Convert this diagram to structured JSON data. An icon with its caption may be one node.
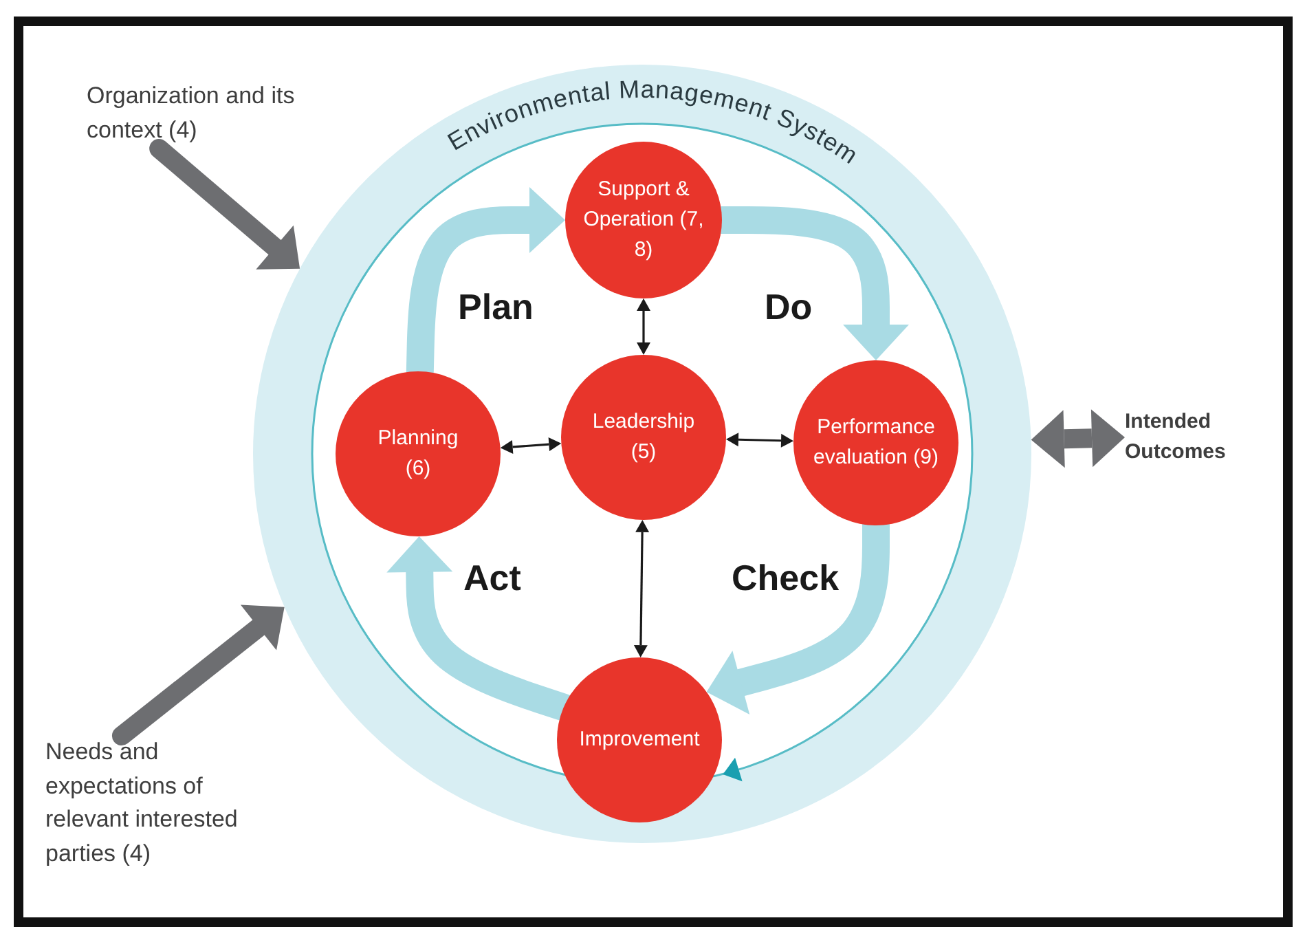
{
  "diagram": {
    "nodes": [
      {
        "text": [
          "Organization and its context (4)"
        ]
      },
      {
        "text": [
          "Environmental Management System"
        ]
      },
      {
        "text": [
          "Support & Operation (7, 8)"
        ],
        "in": 1
      },
      {
        "text": [
          "Planning (6)"
        ],
        "in": 1
      },
      {
        "text": [
          "Leadership (5)"
        ],
        "in": 1
      },
      {
        "text": [
          "Performance evaluation (9)"
        ],
        "in": 1
      },
      {
        "text": [
          "Intended Outcomes"
        ]
      },
      {
        "text": [
          "Improvement"
        ],
        "in": 1
      },
      {
        "text": [
          "Needs and expectations of relevant interested parties (4)"
        ]
      }
    ],
    "edges": [
      {
        "from": 0,
        "to": 1,
        "arrow": "to",
        "color": "#6d6e71"
      },
      {
        "from": 8,
        "to": 1,
        "arrow": "to",
        "color": "#6d6e71"
      },
      {
        "from": 1,
        "to": 6,
        "arrow": "both",
        "color": "#6d6e71"
      },
      {
        "from": 4,
        "to": 2,
        "arrow": "both"
      },
      {
        "from": 4,
        "to": 3,
        "arrow": "both"
      },
      {
        "from": 4,
        "to": 5,
        "arrow": "both"
      },
      {
        "from": 4,
        "to": 7,
        "arrow": "both"
      },
      {
        "from": 3,
        "to": 2,
        "arrow": "to",
        "color": "#a9dbe4"
      },
      {
        "from": 2,
        "to": 5,
        "arrow": "to",
        "color": "#a9dbe4"
      },
      {
        "from": 5,
        "to": 7,
        "arrow": "to",
        "color": "#a9dbe4"
      },
      {
        "from": 7,
        "to": 3,
        "arrow": "to",
        "color": "#a9dbe4"
      }
    ],
    "labels": [
      "Plan",
      "Do",
      "Act",
      "Check"
    ]
  }
}
